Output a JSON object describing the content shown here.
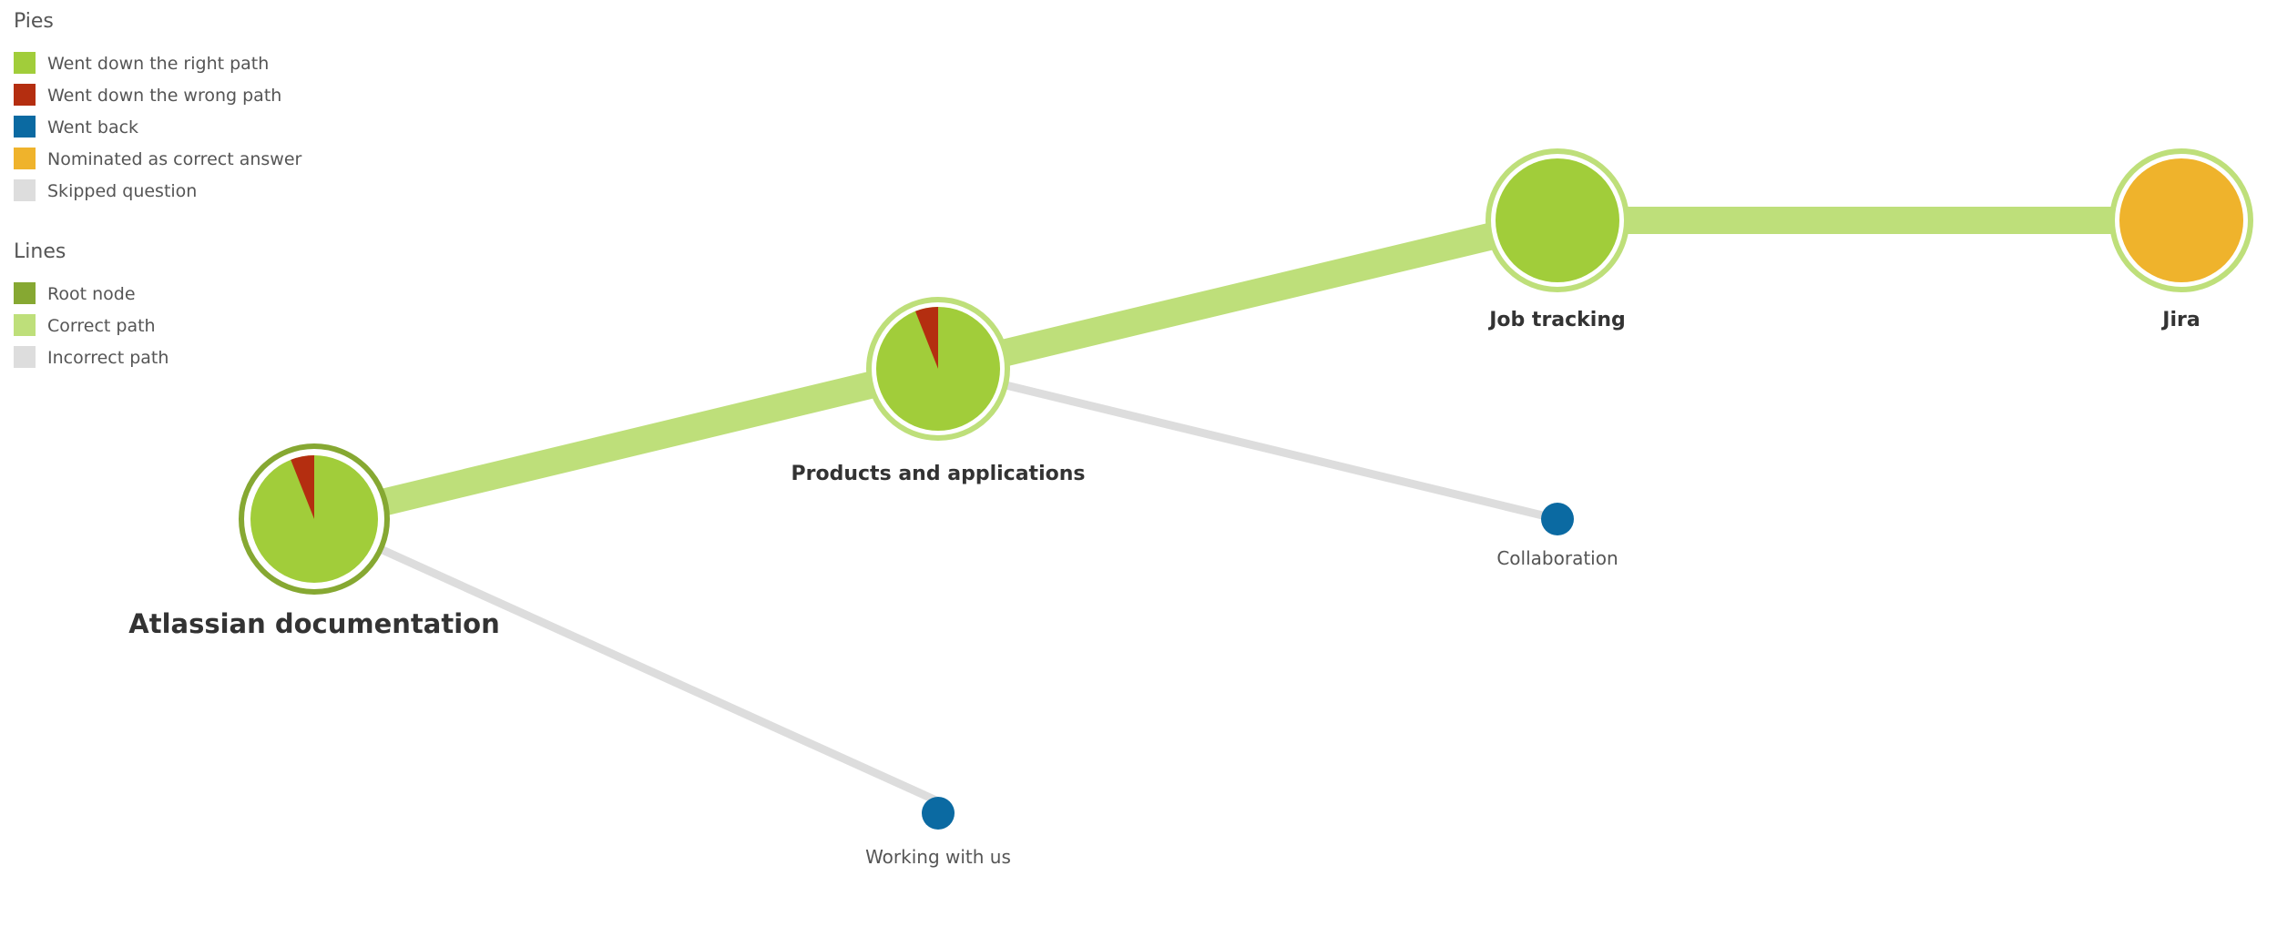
{
  "colors": {
    "right_path": "#a1cd3a",
    "wrong_path": "#b42e10",
    "went_back": "#0b6aa2",
    "nominated": "#efb32c",
    "skipped": "#dddddd",
    "root_line": "#86a832",
    "correct_line": "#bedf7a",
    "incorrect_line": "#dddddd"
  },
  "legend": {
    "pies": {
      "title": "Pies",
      "items": [
        {
          "label": "Went down the right path",
          "color": "#a1cd3a"
        },
        {
          "label": "Went down the wrong path",
          "color": "#b42e10"
        },
        {
          "label": "Went back",
          "color": "#0b6aa2"
        },
        {
          "label": "Nominated as correct answer",
          "color": "#efb32c"
        },
        {
          "label": "Skipped question",
          "color": "#dddddd"
        }
      ]
    },
    "lines": {
      "title": "Lines",
      "items": [
        {
          "label": "Root node",
          "color": "#86a832"
        },
        {
          "label": "Correct path",
          "color": "#bedf7a"
        },
        {
          "label": "Incorrect path",
          "color": "#dddddd"
        }
      ]
    }
  },
  "nodes": {
    "root": {
      "label": "Atlassian documentation",
      "wrong_fraction": 0.06
    },
    "products": {
      "label": "Products and applications",
      "wrong_fraction": 0.06
    },
    "job_tracking": {
      "label": "Job tracking"
    },
    "jira": {
      "label": "Jira"
    },
    "collaboration": {
      "label": "Collaboration"
    },
    "working": {
      "label": "Working with us"
    }
  }
}
